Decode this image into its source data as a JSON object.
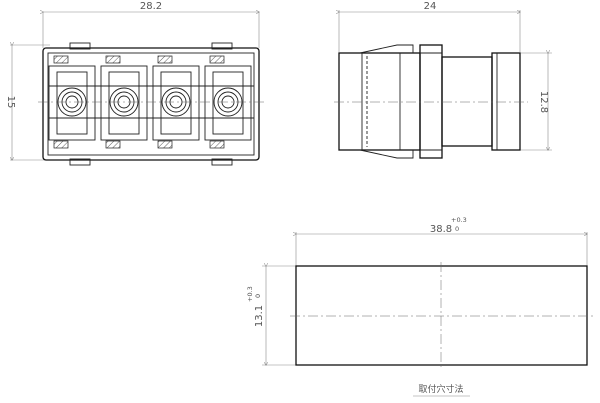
{
  "front_view": {
    "width_dim": "28.2",
    "height_dim": "15"
  },
  "side_view": {
    "length_dim": "24",
    "height_dim": "12.8"
  },
  "cutout": {
    "width_value": "38.8",
    "width_tol_upper": "+0.3",
    "width_tol_lower": "0",
    "height_value": "13.1",
    "height_tol_upper": "+0.3",
    "height_tol_lower": "0",
    "caption": "取付穴寸法"
  }
}
